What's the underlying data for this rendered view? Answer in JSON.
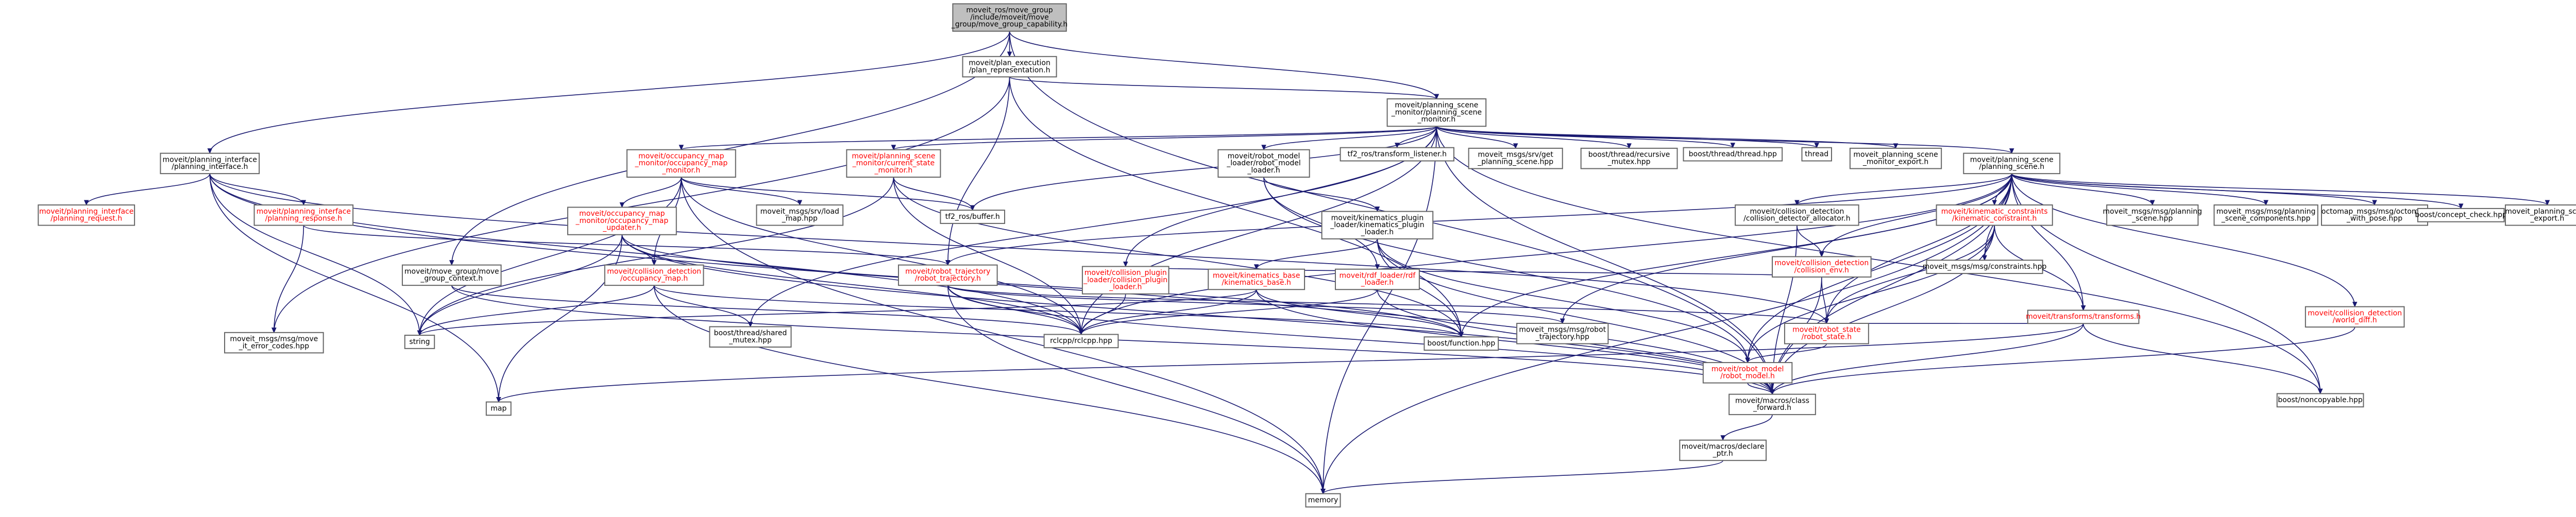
{
  "diagram": {
    "colors": {
      "edge": "#191970",
      "node_border": "#666666",
      "root_fill": "#bfbfbf",
      "node_fill": "#ffffff",
      "text": "#000000",
      "text_missing_doc": "#ff0000"
    },
    "nodes": [
      {
        "id": "root",
        "lines": [
          "moveit_ros/move_group",
          "/include/moveit/move",
          "_group/move_group_capability.h"
        ],
        "style": "root"
      },
      {
        "id": "plan_exec",
        "lines": [
          "moveit/plan_execution",
          "/plan_representation.h"
        ]
      },
      {
        "id": "psm",
        "lines": [
          "moveit/planning_scene",
          "_monitor/planning_scene",
          "_monitor.h"
        ]
      },
      {
        "id": "pi",
        "lines": [
          "moveit/planning_interface",
          "/planning_interface.h"
        ]
      },
      {
        "id": "mgc",
        "lines": [
          "moveit/move_group/move",
          "_group_context.h"
        ]
      },
      {
        "id": "om",
        "lines": [
          "moveit/occupancy_map",
          "_monitor/occupancy_map",
          "_monitor.h"
        ],
        "style": "red"
      },
      {
        "id": "csm",
        "lines": [
          "moveit/planning_scene",
          "_monitor/current_state",
          "_monitor.h"
        ],
        "style": "red"
      },
      {
        "id": "rml",
        "lines": [
          "moveit/robot_model",
          "_loader/robot_model",
          "_loader.h"
        ]
      },
      {
        "id": "tf2_listener",
        "lines": [
          "tf2_ros/transform_listener.h"
        ]
      },
      {
        "id": "get_ps",
        "lines": [
          "moveit_msgs/srv/get",
          "_planning_scene.hpp"
        ]
      },
      {
        "id": "rec_mutex",
        "lines": [
          "boost/thread/recursive",
          "_mutex.hpp"
        ]
      },
      {
        "id": "thread_hpp",
        "lines": [
          "boost/thread/thread.hpp"
        ]
      },
      {
        "id": "thread",
        "lines": [
          "thread"
        ]
      },
      {
        "id": "psm_export",
        "lines": [
          "moveit_planning_scene",
          "_monitor_export.h"
        ]
      },
      {
        "id": "ps",
        "lines": [
          "moveit/planning_scene",
          "/planning_scene.h"
        ]
      },
      {
        "id": "pi_req",
        "lines": [
          "moveit/planning_interface",
          "/planning_request.h"
        ],
        "style": "red"
      },
      {
        "id": "pi_resp",
        "lines": [
          "moveit/planning_interface",
          "/planning_response.h"
        ],
        "style": "red"
      },
      {
        "id": "omu",
        "lines": [
          "moveit/occupancy_map",
          "_monitor/occupancy_map",
          "_updater.h"
        ],
        "style": "red"
      },
      {
        "id": "tf2_buffer",
        "lines": [
          "tf2_ros/buffer.h"
        ]
      },
      {
        "id": "srv_load_map",
        "lines": [
          "moveit_msgs/srv/load",
          "_map.hpp"
        ]
      },
      {
        "id": "cpl",
        "lines": [
          "moveit/collision_plugin",
          "_loader/collision_plugin",
          "_loader.h"
        ],
        "style": "red"
      },
      {
        "id": "kpl",
        "lines": [
          "moveit/kinematics_plugin",
          "_loader/kinematics_plugin",
          "_loader.h"
        ]
      },
      {
        "id": "cd_alloc",
        "lines": [
          "moveit/collision_detection",
          "/collision_detector_allocator.h"
        ]
      },
      {
        "id": "kc",
        "lines": [
          "moveit/kinematic_constraints",
          "/kinematic_constraint.h"
        ],
        "style": "red"
      },
      {
        "id": "msg_ps",
        "lines": [
          "moveit_msgs/msg/planning",
          "_scene.hpp"
        ]
      },
      {
        "id": "msg_psc",
        "lines": [
          "moveit_msgs/msg/planning",
          "_scene_components.hpp"
        ]
      },
      {
        "id": "octomap_pose",
        "lines": [
          "octomap_msgs/msg/octomap",
          "_with_pose.hpp"
        ]
      },
      {
        "id": "concept_check",
        "lines": [
          "boost/concept_check.hpp"
        ]
      },
      {
        "id": "ps_export",
        "lines": [
          "moveit_planning_scene",
          "_export.h"
        ]
      },
      {
        "id": "cd_om",
        "lines": [
          "moveit/collision_detection",
          "/occupancy_map.h"
        ],
        "style": "red"
      },
      {
        "id": "rt",
        "lines": [
          "moveit/robot_trajectory",
          "/robot_trajectory.h"
        ],
        "style": "red"
      },
      {
        "id": "kb",
        "lines": [
          "moveit/kinematics_base",
          "/kinematics_base.h"
        ],
        "style": "red"
      },
      {
        "id": "rdf",
        "lines": [
          "moveit/rdf_loader/rdf",
          "_loader.h"
        ],
        "style": "red"
      },
      {
        "id": "cd_env",
        "lines": [
          "moveit/collision_detection",
          "/collision_env.h"
        ],
        "style": "red"
      },
      {
        "id": "msg_constraints",
        "lines": [
          "moveit_msgs/msg/constraints.hpp"
        ]
      },
      {
        "id": "error_codes",
        "lines": [
          "moveit_msgs/msg/move",
          "_it_error_codes.hpp"
        ]
      },
      {
        "id": "string",
        "lines": [
          "string"
        ]
      },
      {
        "id": "shared_mutex",
        "lines": [
          "boost/thread/shared",
          "_mutex.hpp"
        ]
      },
      {
        "id": "rclcpp",
        "lines": [
          "rclcpp/rclcpp.hpp"
        ]
      },
      {
        "id": "boost_function",
        "lines": [
          "boost/function.hpp"
        ]
      },
      {
        "id": "msg_rt",
        "lines": [
          "moveit_msgs/msg/robot",
          "_trajectory.hpp"
        ]
      },
      {
        "id": "rs",
        "lines": [
          "moveit/robot_state",
          "/robot_state.h"
        ],
        "style": "red"
      },
      {
        "id": "transforms",
        "lines": [
          "moveit/transforms/transforms.h"
        ],
        "style": "red"
      },
      {
        "id": "cd_wd",
        "lines": [
          "moveit/collision_detection",
          "/world_diff.h"
        ],
        "style": "red"
      },
      {
        "id": "rm",
        "lines": [
          "moveit/robot_model",
          "/robot_model.h"
        ],
        "style": "red"
      },
      {
        "id": "map",
        "lines": [
          "map"
        ]
      },
      {
        "id": "class_fwd",
        "lines": [
          "moveit/macros/class",
          "_forward.h"
        ]
      },
      {
        "id": "noncopyable",
        "lines": [
          "boost/noncopyable.hpp"
        ]
      },
      {
        "id": "declare_ptr",
        "lines": [
          "moveit/macros/declare",
          "_ptr.h"
        ]
      },
      {
        "id": "memory",
        "lines": [
          "memory"
        ]
      }
    ],
    "edges": [
      [
        "root",
        "plan_exec"
      ],
      [
        "root",
        "psm"
      ],
      [
        "root",
        "pi"
      ],
      [
        "root",
        "mgc"
      ],
      [
        "root",
        "class_fwd"
      ],
      [
        "plan_exec",
        "psm"
      ],
      [
        "plan_exec",
        "rt"
      ],
      [
        "plan_exec",
        "error_codes"
      ],
      [
        "plan_exec",
        "boost_function"
      ],
      [
        "psm",
        "om"
      ],
      [
        "psm",
        "csm"
      ],
      [
        "psm",
        "rml"
      ],
      [
        "psm",
        "tf2_listener"
      ],
      [
        "psm",
        "get_ps"
      ],
      [
        "psm",
        "rec_mutex"
      ],
      [
        "psm",
        "thread_hpp"
      ],
      [
        "psm",
        "thread"
      ],
      [
        "psm",
        "psm_export"
      ],
      [
        "psm",
        "ps"
      ],
      [
        "psm",
        "tf2_buffer"
      ],
      [
        "psm",
        "cpl"
      ],
      [
        "psm",
        "shared_mutex"
      ],
      [
        "psm",
        "rclcpp"
      ],
      [
        "psm",
        "memory"
      ],
      [
        "psm",
        "noncopyable"
      ],
      [
        "psm",
        "class_fwd"
      ],
      [
        "pi",
        "pi_req"
      ],
      [
        "pi",
        "pi_resp"
      ],
      [
        "pi",
        "string"
      ],
      [
        "pi",
        "map"
      ],
      [
        "pi",
        "class_fwd"
      ],
      [
        "pi",
        "rclcpp"
      ],
      [
        "pi",
        "rs"
      ],
      [
        "mgc",
        "class_fwd"
      ],
      [
        "mgc",
        "rclcpp"
      ],
      [
        "om",
        "omu"
      ],
      [
        "om",
        "cd_om"
      ],
      [
        "om",
        "tf2_buffer"
      ],
      [
        "om",
        "srv_load_map"
      ],
      [
        "om",
        "string"
      ],
      [
        "om",
        "rclcpp"
      ],
      [
        "om",
        "memory"
      ],
      [
        "csm",
        "tf2_buffer"
      ],
      [
        "csm",
        "rclcpp"
      ],
      [
        "csm",
        "boost_function"
      ],
      [
        "csm",
        "string"
      ],
      [
        "rml",
        "rdf"
      ],
      [
        "rml",
        "kpl"
      ],
      [
        "rml",
        "rm"
      ],
      [
        "ps",
        "cd_alloc"
      ],
      [
        "ps",
        "kc"
      ],
      [
        "ps",
        "msg_ps"
      ],
      [
        "ps",
        "msg_psc"
      ],
      [
        "ps",
        "octomap_pose"
      ],
      [
        "ps",
        "concept_check"
      ],
      [
        "ps",
        "ps_export"
      ],
      [
        "ps",
        "cd_env"
      ],
      [
        "ps",
        "msg_constraints"
      ],
      [
        "ps",
        "rt"
      ],
      [
        "ps",
        "rs"
      ],
      [
        "ps",
        "transforms"
      ],
      [
        "ps",
        "cd_wd"
      ],
      [
        "ps",
        "boost_function"
      ],
      [
        "ps",
        "rclcpp"
      ],
      [
        "ps",
        "noncopyable"
      ],
      [
        "ps",
        "class_fwd"
      ],
      [
        "ps",
        "memory"
      ],
      [
        "ps",
        "msg_rt"
      ],
      [
        "ps",
        "rm"
      ],
      [
        "pi_resp",
        "error_codes"
      ],
      [
        "pi_resp",
        "rt"
      ],
      [
        "omu",
        "cd_om"
      ],
      [
        "omu",
        "rclcpp"
      ],
      [
        "omu",
        "string"
      ],
      [
        "omu",
        "boost_function"
      ],
      [
        "omu",
        "map"
      ],
      [
        "omu",
        "class_fwd"
      ],
      [
        "cpl",
        "rclcpp"
      ],
      [
        "cpl",
        "cd_env"
      ],
      [
        "kpl",
        "kb"
      ],
      [
        "kpl",
        "rm"
      ],
      [
        "kpl",
        "boost_function"
      ],
      [
        "kpl",
        "class_fwd"
      ],
      [
        "cd_alloc",
        "cd_env"
      ],
      [
        "cd_alloc",
        "class_fwd"
      ],
      [
        "kc",
        "msg_constraints"
      ],
      [
        "kc",
        "rs"
      ],
      [
        "kc",
        "transforms"
      ],
      [
        "kc",
        "class_fwd"
      ],
      [
        "kc",
        "rm"
      ],
      [
        "cd_om",
        "shared_mutex"
      ],
      [
        "cd_om",
        "string"
      ],
      [
        "cd_om",
        "boost_function"
      ],
      [
        "cd_om",
        "memory"
      ],
      [
        "rt",
        "rs"
      ],
      [
        "rt",
        "msg_rt"
      ],
      [
        "rt",
        "rclcpp"
      ],
      [
        "rt",
        "class_fwd"
      ],
      [
        "rt",
        "memory"
      ],
      [
        "kb",
        "rclcpp"
      ],
      [
        "kb",
        "boost_function"
      ],
      [
        "kb",
        "string"
      ],
      [
        "kb",
        "class_fwd"
      ],
      [
        "rdf",
        "rclcpp"
      ],
      [
        "rdf",
        "class_fwd"
      ],
      [
        "cd_env",
        "rs"
      ],
      [
        "cd_env",
        "class_fwd"
      ],
      [
        "rs",
        "rm"
      ],
      [
        "rs",
        "transforms"
      ],
      [
        "transforms",
        "class_fwd"
      ],
      [
        "transforms",
        "noncopyable"
      ],
      [
        "transforms",
        "map"
      ],
      [
        "cd_wd",
        "class_fwd"
      ],
      [
        "rm",
        "class_fwd"
      ],
      [
        "class_fwd",
        "declare_ptr"
      ],
      [
        "declare_ptr",
        "memory"
      ]
    ]
  }
}
